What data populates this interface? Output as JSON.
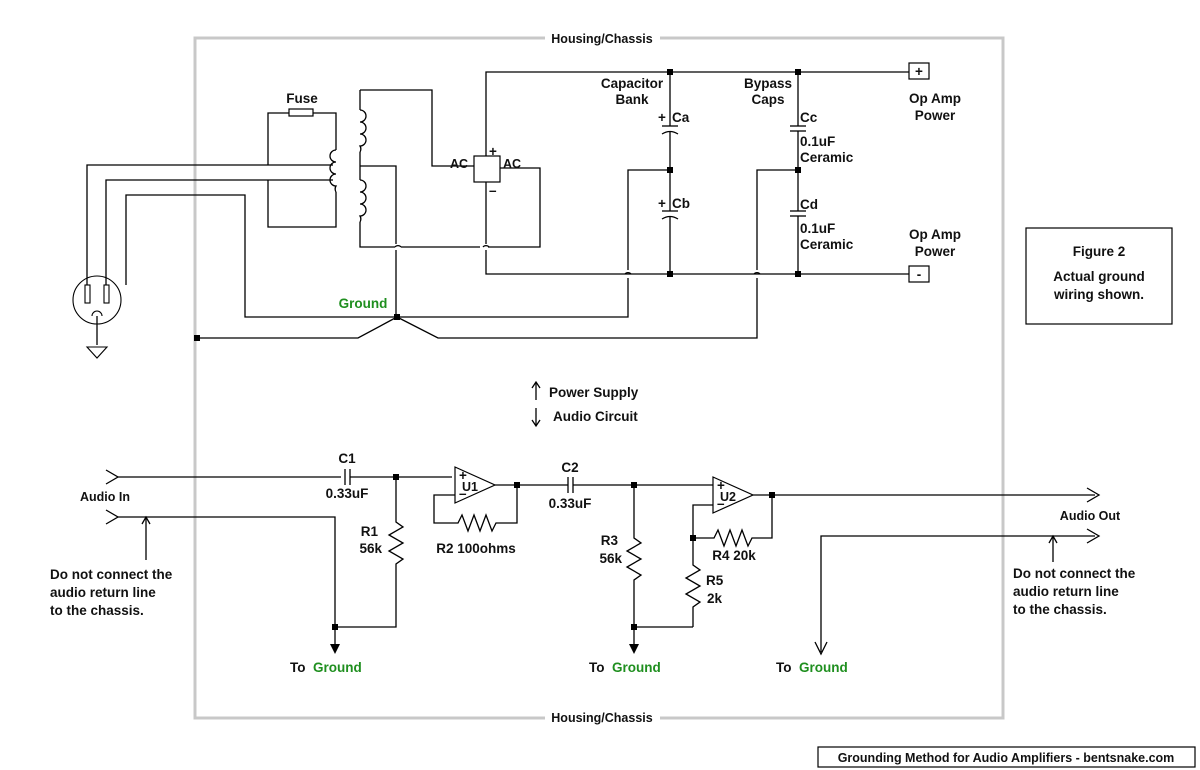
{
  "labels": {
    "chassis_top": "Housing/Chassis",
    "chassis_bottom": "Housing/Chassis",
    "fuse": "Fuse",
    "ac_left": "AC",
    "ac_right": "AC",
    "cap_bank_1": "Capacitor",
    "cap_bank_2": "Bank",
    "bypass_1": "Bypass",
    "bypass_2": "Caps",
    "ca": "Ca",
    "cb": "Cb",
    "cc": "Cc",
    "cc_value": "0.1uF",
    "cc_type": "Ceramic",
    "cd": "Cd",
    "cd_value": "0.1uF",
    "cd_type": "Ceramic",
    "opamp_power_top_1": "Op Amp",
    "opamp_power_top_2": "Power",
    "opamp_power_bot_1": "Op Amp",
    "opamp_power_bot_2": "Power",
    "plus": "+",
    "minus": "-",
    "ground": "Ground",
    "power_supply": "Power Supply",
    "audio_circuit": "Audio Circuit",
    "audio_in": "Audio In",
    "audio_out": "Audio Out",
    "c1": "C1",
    "c1_value": "0.33uF",
    "c2": "C2",
    "c2_value": "0.33uF",
    "u1": "U1",
    "u2": "U2",
    "r1": "R1",
    "r1_value": "56k",
    "r2": "R2 100ohms",
    "r3": "R3",
    "r3_value": "56k",
    "r4": "R4 20k",
    "r5": "R5",
    "r5_value": "2k",
    "note_left_1": "Do not connect the",
    "note_left_2": "audio return line",
    "note_left_3": "to the chassis.",
    "note_right_1": "Do not connect the",
    "note_right_2": "audio return line",
    "note_right_3": "to the chassis.",
    "to": "To",
    "ground_word": "Ground"
  },
  "figure_box": {
    "title": "Figure 2",
    "line1": "Actual ground",
    "line2": "wiring shown."
  },
  "footer": "Grounding Method for Audio Amplifiers - bentsnake.com",
  "colors": {
    "ground_text": "#1f8f1f",
    "chassis": "#c8c8c8",
    "wire": "#000000"
  }
}
